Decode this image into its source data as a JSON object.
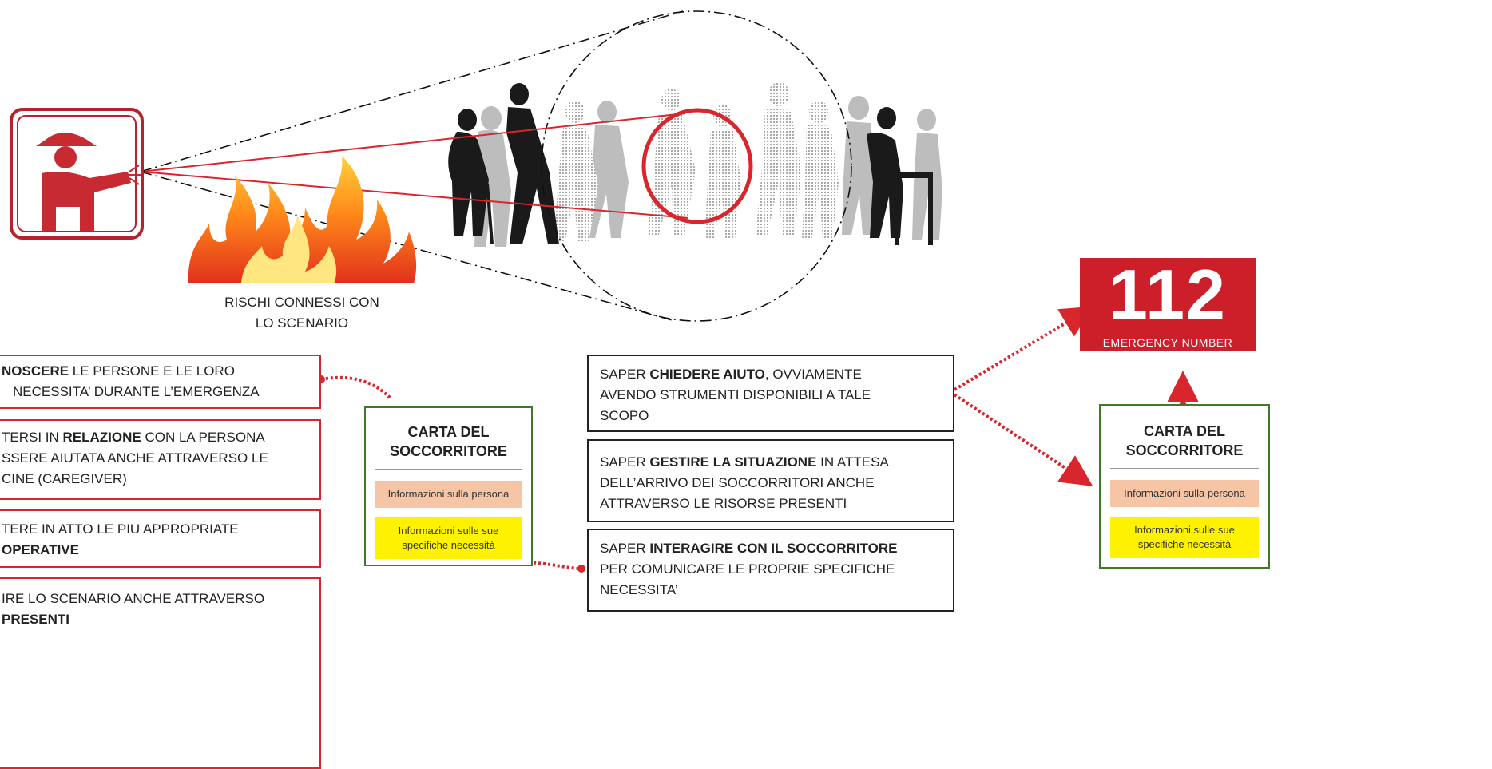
{
  "colors": {
    "accent_red": "#d9262d",
    "card_green": "#3f7a2a",
    "pink": "#f6c5a5",
    "yellow": "#fff200",
    "badge_red": "#cc1f2a"
  },
  "icons": [
    "firefighter-icon",
    "fire-illustration",
    "crowd-illustration"
  ],
  "scenario_caption": {
    "line1": "RISCHI CONNESSI CON",
    "line2": "LO SCENARIO"
  },
  "left_boxes": [
    {
      "bold": "NOSCERE",
      "text_after": " LE PERSONE E LE LORO",
      "line2": "NECESSITA’ DURANTE L’EMERGENZA"
    },
    {
      "text_before": "TERSI IN ",
      "bold": "RELAZIONE",
      "text_after": " CON LA PERSONA",
      "line2": "SSERE AIUTATA ANCHE ATTRAVERSO LE",
      "line3": "CINE (CAREGIVER)"
    },
    {
      "line1": "TERE IN ATTO LE PIU APPROPRIATE",
      "bold": "OPERATIVE"
    },
    {
      "line1": "IRE LO SCENARIO ANCHE ATTRAVERSO",
      "bold": "PRESENTI"
    }
  ],
  "card_left": {
    "title_line1": "CARTA DEL",
    "title_line2": "SOCCORRITORE",
    "info1": "Informazioni sulla persona",
    "info2": "Informazioni sulle sue specifiche necessità"
  },
  "card_right": {
    "title_line1": "CARTA DEL",
    "title_line2": "SOCCORRITORE",
    "info1": "Informazioni sulla persona",
    "info2": "Informazioni sulle sue specifiche necessità"
  },
  "center_boxes": [
    {
      "before": "SAPER ",
      "bold": "CHIEDERE AIUTO",
      "after": ", OVVIAMENTE",
      "line2": "AVENDO STRUMENTI DISPONIBILI A TALE",
      "line3": "SCOPO"
    },
    {
      "before": "SAPER ",
      "bold": "GESTIRE LA SITUAZIONE",
      "after": " IN ATTESA",
      "line2": "DELL’ARRIVO DEI SOCCORRITORI  ANCHE",
      "line3": "ATTRAVERSO LE RISORSE PRESENTI"
    },
    {
      "before": "SAPER ",
      "bold": "INTERAGIRE CON IL SOCCORRITORE",
      "line2": "PER COMUNICARE LE PROPRIE SPECIFICHE",
      "line3": "NECESSITA’"
    }
  ],
  "emergency_badge": {
    "number": "112",
    "label": "EMERGENCY NUMBER"
  }
}
